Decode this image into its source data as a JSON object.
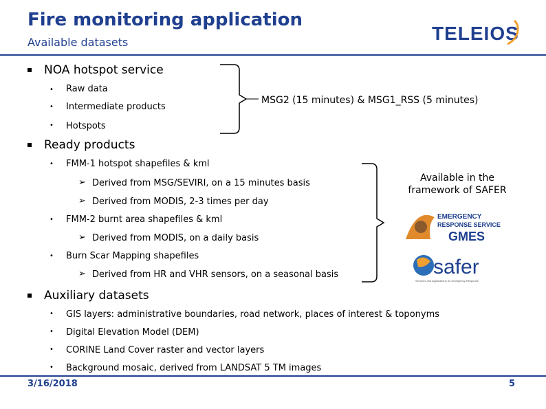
{
  "header": {
    "title": "Fire monitoring application",
    "subtitle": "Available datasets",
    "logo_text": "TELEIOS",
    "brand_color": "#1f3f8f"
  },
  "sections": {
    "noa": {
      "heading": "NOA hotspot service",
      "items": [
        "Raw data",
        "Intermediate products",
        "Hotspots"
      ],
      "note": "MSG2 (15 minutes) & MSG1_RSS (5 minutes)"
    },
    "ready": {
      "heading": "Ready products",
      "fmm1": "FMM-1 hotspot shapefiles & kml",
      "fmm1_sub": [
        "Derived from MSG/SEVIRI, on a 15 minutes basis",
        "Derived from MODIS, 2-3 times per day"
      ],
      "fmm2": "FMM-2 burnt area shapefiles & kml",
      "fmm2_sub": "Derived from MODIS, on a daily basis",
      "burn": "Burn Scar Mapping shapefiles",
      "burn_sub": "Derived from HR and VHR sensors, on a seasonal basis",
      "side_note": [
        "Available in the",
        "framework of SAFER"
      ],
      "logo_gmes_lines": [
        "EMERGENCY",
        "RESPONSE SERVICE",
        "GMES"
      ],
      "logo_safer": "safer",
      "logo_safer_tagline": "Services and Applications for Emergency Response"
    },
    "aux": {
      "heading": "Auxiliary datasets",
      "items": [
        "GIS layers: administrative boundaries, road network, places of interest & toponyms",
        "Digital Elevation Model (DEM)",
        "CORINE Land Cover raster and vector layers",
        "Background mosaic, derived from LANDSAT 5 TM images"
      ]
    }
  },
  "footer": {
    "date": "3/16/2018",
    "page": "5"
  }
}
